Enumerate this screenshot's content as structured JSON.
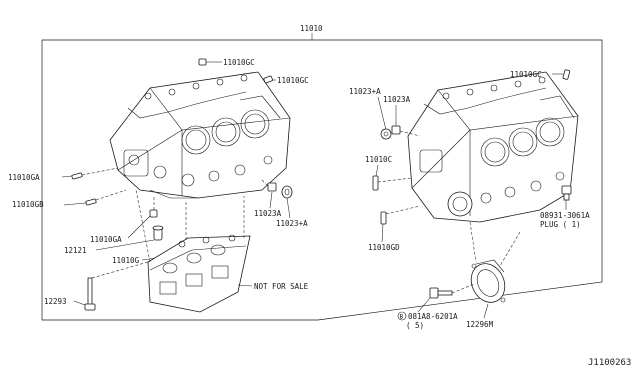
{
  "figure_id": "J1100263",
  "callouts": {
    "main_assembly": "11010",
    "gc_top_1": "11010GC",
    "gc_top_2": "11010GC",
    "gc_right": "11010GC",
    "ga_left": "11010GA",
    "gb_left": "11010GB",
    "ga_lower": "11010GA",
    "part_12121": "12121",
    "part_11010G": "11010G",
    "bolt_12293": "12293",
    "not_for_sale": "NOT FOR SALE",
    "p11023A_left": "11023A",
    "p11023_plus_a_left": "11023+A",
    "p11023_plus_a_right": "11023+A",
    "p11023A_right": "11023A",
    "p11010C": "11010C",
    "p11010GD": "11010GD",
    "plug_part": "08931-3061A",
    "plug_label": "PLUG ( 1)",
    "bolt_B_circle": "B",
    "bolt_B_part": "081A8-6201A",
    "bolt_B_qty": "( 5)",
    "seal_12296M": "12296M"
  }
}
